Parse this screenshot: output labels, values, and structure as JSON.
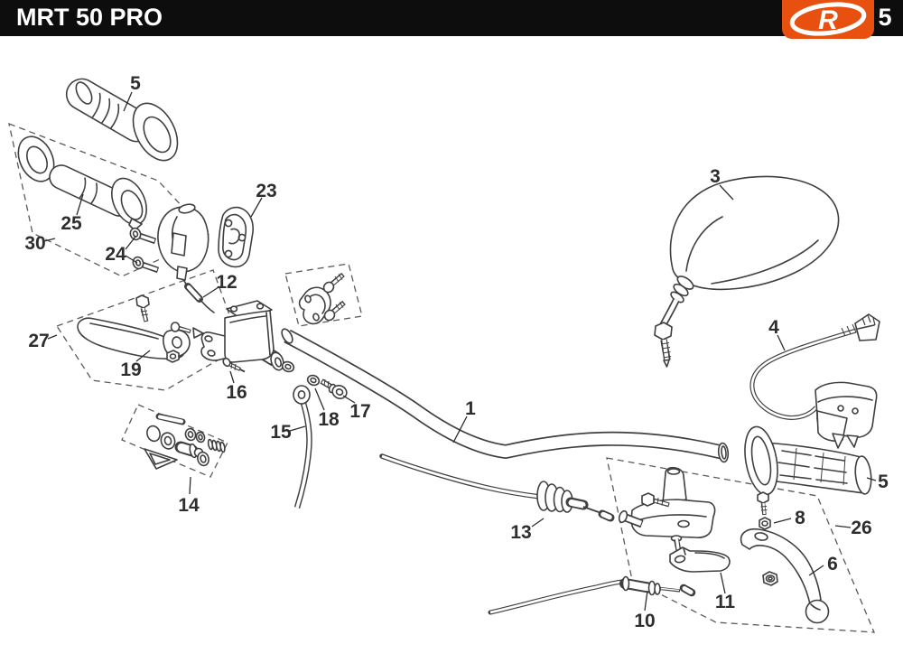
{
  "header": {
    "title": "MRT 50 PRO",
    "page_number": "5",
    "logo_letter": "R",
    "colors": {
      "header_bg": "#0d0d0d",
      "accent_orange": "#e8500f",
      "line_art": "#3f3f3f"
    }
  },
  "diagram": {
    "description_icon_names": [
      "rieju-logo"
    ],
    "callouts": [
      {
        "number": "5"
      },
      {
        "number": "25"
      },
      {
        "number": "30"
      },
      {
        "number": "24"
      },
      {
        "number": "23"
      },
      {
        "number": "12"
      },
      {
        "number": "27"
      },
      {
        "number": "19"
      },
      {
        "number": "16"
      },
      {
        "number": "15"
      },
      {
        "number": "18"
      },
      {
        "number": "17"
      },
      {
        "number": "1"
      },
      {
        "number": "13"
      },
      {
        "number": "10"
      },
      {
        "number": "11"
      },
      {
        "number": "8"
      },
      {
        "number": "26"
      },
      {
        "number": "6"
      },
      {
        "number": "3"
      },
      {
        "number": "4"
      },
      {
        "number": "5"
      },
      {
        "number": "14"
      }
    ]
  }
}
